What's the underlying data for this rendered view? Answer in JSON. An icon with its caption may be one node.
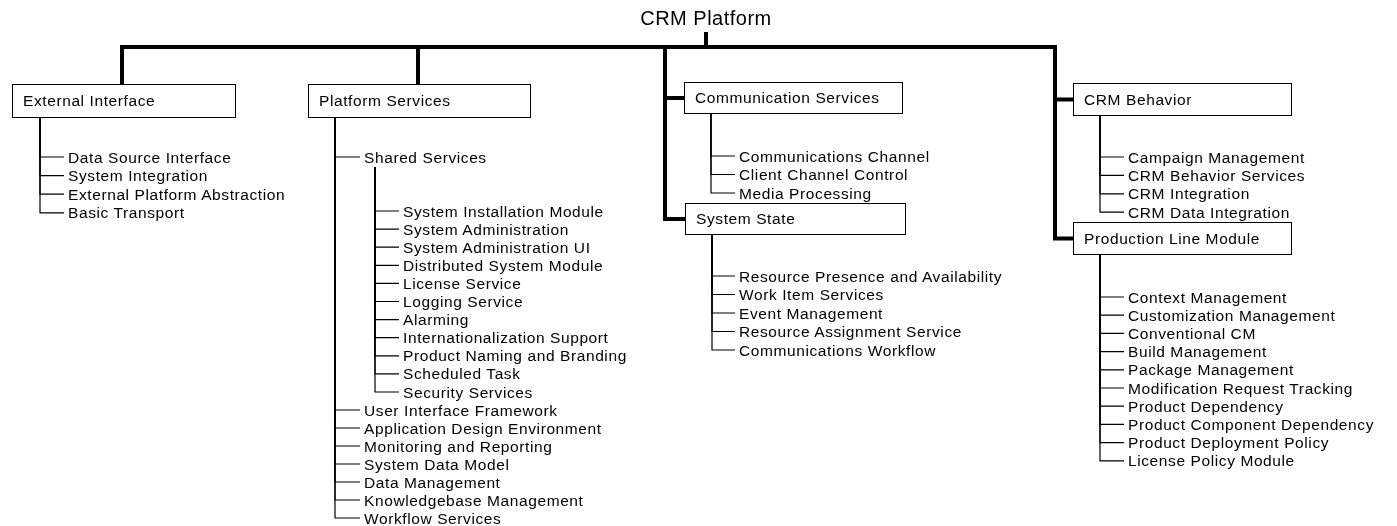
{
  "diagram": {
    "nodes": [
      {
        "text": [
          "CRM Platform"
        ]
      },
      {
        "text": [
          "External Interface"
        ]
      },
      {
        "text": [
          "Data Source Interface"
        ]
      },
      {
        "text": [
          "System Integration"
        ]
      },
      {
        "text": [
          "External Platform Abstraction"
        ]
      },
      {
        "text": [
          "Basic Transport"
        ]
      },
      {
        "text": [
          "Platform Services"
        ]
      },
      {
        "text": [
          "Shared Services"
        ]
      },
      {
        "text": [
          "System Installation Module"
        ]
      },
      {
        "text": [
          "System Administration"
        ]
      },
      {
        "text": [
          "System Administration UI"
        ]
      },
      {
        "text": [
          "Distributed System Module"
        ]
      },
      {
        "text": [
          "License Service"
        ]
      },
      {
        "text": [
          "Logging Service"
        ]
      },
      {
        "text": [
          "Alarming"
        ]
      },
      {
        "text": [
          "Internationalization Support"
        ]
      },
      {
        "text": [
          "Product Naming and Branding"
        ]
      },
      {
        "text": [
          "Scheduled Task"
        ]
      },
      {
        "text": [
          "Security Services"
        ]
      },
      {
        "text": [
          "User Interface Framework"
        ]
      },
      {
        "text": [
          "Application Design Environment"
        ]
      },
      {
        "text": [
          "Monitoring and Reporting"
        ]
      },
      {
        "text": [
          "System Data Model"
        ]
      },
      {
        "text": [
          "Data Management"
        ]
      },
      {
        "text": [
          "Knowledgebase Management"
        ]
      },
      {
        "text": [
          "Workflow Services"
        ]
      },
      {
        "text": [
          "Communication Services"
        ]
      },
      {
        "text": [
          "Communications Channel"
        ]
      },
      {
        "text": [
          "Client Channel Control"
        ]
      },
      {
        "text": [
          "Media Processing"
        ]
      },
      {
        "text": [
          "System State"
        ]
      },
      {
        "text": [
          "Resource Presence and Availability"
        ]
      },
      {
        "text": [
          "Work Item Services"
        ]
      },
      {
        "text": [
          "Event Management"
        ]
      },
      {
        "text": [
          "Resource Assignment Service"
        ]
      },
      {
        "text": [
          "Communications Workflow"
        ]
      },
      {
        "text": [
          "CRM Behavior"
        ]
      },
      {
        "text": [
          "Campaign Management"
        ]
      },
      {
        "text": [
          "CRM Behavior Services"
        ]
      },
      {
        "text": [
          "CRM Integration"
        ]
      },
      {
        "text": [
          "CRM Data Integration"
        ]
      },
      {
        "text": [
          "Production Line Module"
        ]
      },
      {
        "text": [
          "Context Management"
        ]
      },
      {
        "text": [
          "Customization Management"
        ]
      },
      {
        "text": [
          "Conventional CM"
        ]
      },
      {
        "text": [
          "Build Management"
        ]
      },
      {
        "text": [
          "Package Management"
        ]
      },
      {
        "text": [
          "Modification Request Tracking"
        ]
      },
      {
        "text": [
          "Product Dependency"
        ]
      },
      {
        "text": [
          "Product Component Dependency"
        ]
      },
      {
        "text": [
          "Product Deployment Policy"
        ]
      },
      {
        "text": [
          "License Policy Module"
        ]
      }
    ],
    "edges": [
      {
        "from": 0,
        "to": 1,
        "arrow": "none",
        "style": "thick"
      },
      {
        "from": 0,
        "to": 6,
        "arrow": "none",
        "style": "thick"
      },
      {
        "from": 0,
        "to": 26,
        "arrow": "none",
        "style": "thick"
      },
      {
        "from": 0,
        "to": 30,
        "arrow": "none",
        "style": "thick"
      },
      {
        "from": 0,
        "to": 36,
        "arrow": "none",
        "style": "thick"
      },
      {
        "from": 0,
        "to": 41,
        "arrow": "none",
        "style": "thick"
      },
      {
        "from": 1,
        "to": 2,
        "arrow": "none"
      },
      {
        "from": 1,
        "to": 3,
        "arrow": "none"
      },
      {
        "from": 1,
        "to": 4,
        "arrow": "none"
      },
      {
        "from": 1,
        "to": 5,
        "arrow": "none"
      },
      {
        "from": 6,
        "to": 7,
        "arrow": "none"
      },
      {
        "from": 7,
        "to": 8,
        "arrow": "none"
      },
      {
        "from": 7,
        "to": 9,
        "arrow": "none"
      },
      {
        "from": 7,
        "to": 10,
        "arrow": "none"
      },
      {
        "from": 7,
        "to": 11,
        "arrow": "none"
      },
      {
        "from": 7,
        "to": 12,
        "arrow": "none"
      },
      {
        "from": 7,
        "to": 13,
        "arrow": "none"
      },
      {
        "from": 7,
        "to": 14,
        "arrow": "none"
      },
      {
        "from": 7,
        "to": 15,
        "arrow": "none"
      },
      {
        "from": 7,
        "to": 16,
        "arrow": "none"
      },
      {
        "from": 7,
        "to": 17,
        "arrow": "none"
      },
      {
        "from": 7,
        "to": 18,
        "arrow": "none"
      },
      {
        "from": 6,
        "to": 19,
        "arrow": "none"
      },
      {
        "from": 6,
        "to": 20,
        "arrow": "none"
      },
      {
        "from": 6,
        "to": 21,
        "arrow": "none"
      },
      {
        "from": 6,
        "to": 22,
        "arrow": "none"
      },
      {
        "from": 6,
        "to": 23,
        "arrow": "none"
      },
      {
        "from": 6,
        "to": 24,
        "arrow": "none"
      },
      {
        "from": 6,
        "to": 25,
        "arrow": "none"
      },
      {
        "from": 26,
        "to": 27,
        "arrow": "none"
      },
      {
        "from": 26,
        "to": 28,
        "arrow": "none"
      },
      {
        "from": 26,
        "to": 29,
        "arrow": "none"
      },
      {
        "from": 30,
        "to": 31,
        "arrow": "none"
      },
      {
        "from": 30,
        "to": 32,
        "arrow": "none"
      },
      {
        "from": 30,
        "to": 33,
        "arrow": "none"
      },
      {
        "from": 30,
        "to": 34,
        "arrow": "none"
      },
      {
        "from": 30,
        "to": 35,
        "arrow": "none"
      },
      {
        "from": 36,
        "to": 37,
        "arrow": "none"
      },
      {
        "from": 36,
        "to": 38,
        "arrow": "none"
      },
      {
        "from": 36,
        "to": 39,
        "arrow": "none"
      },
      {
        "from": 36,
        "to": 40,
        "arrow": "none"
      },
      {
        "from": 41,
        "to": 42,
        "arrow": "none"
      },
      {
        "from": 41,
        "to": 43,
        "arrow": "none"
      },
      {
        "from": 41,
        "to": 44,
        "arrow": "none"
      },
      {
        "from": 41,
        "to": 45,
        "arrow": "none"
      },
      {
        "from": 41,
        "to": 46,
        "arrow": "none"
      },
      {
        "from": 41,
        "to": 47,
        "arrow": "none"
      },
      {
        "from": 41,
        "to": 48,
        "arrow": "none"
      },
      {
        "from": 41,
        "to": 49,
        "arrow": "none"
      },
      {
        "from": 41,
        "to": 50,
        "arrow": "none"
      },
      {
        "from": 41,
        "to": 51,
        "arrow": "none"
      }
    ]
  }
}
